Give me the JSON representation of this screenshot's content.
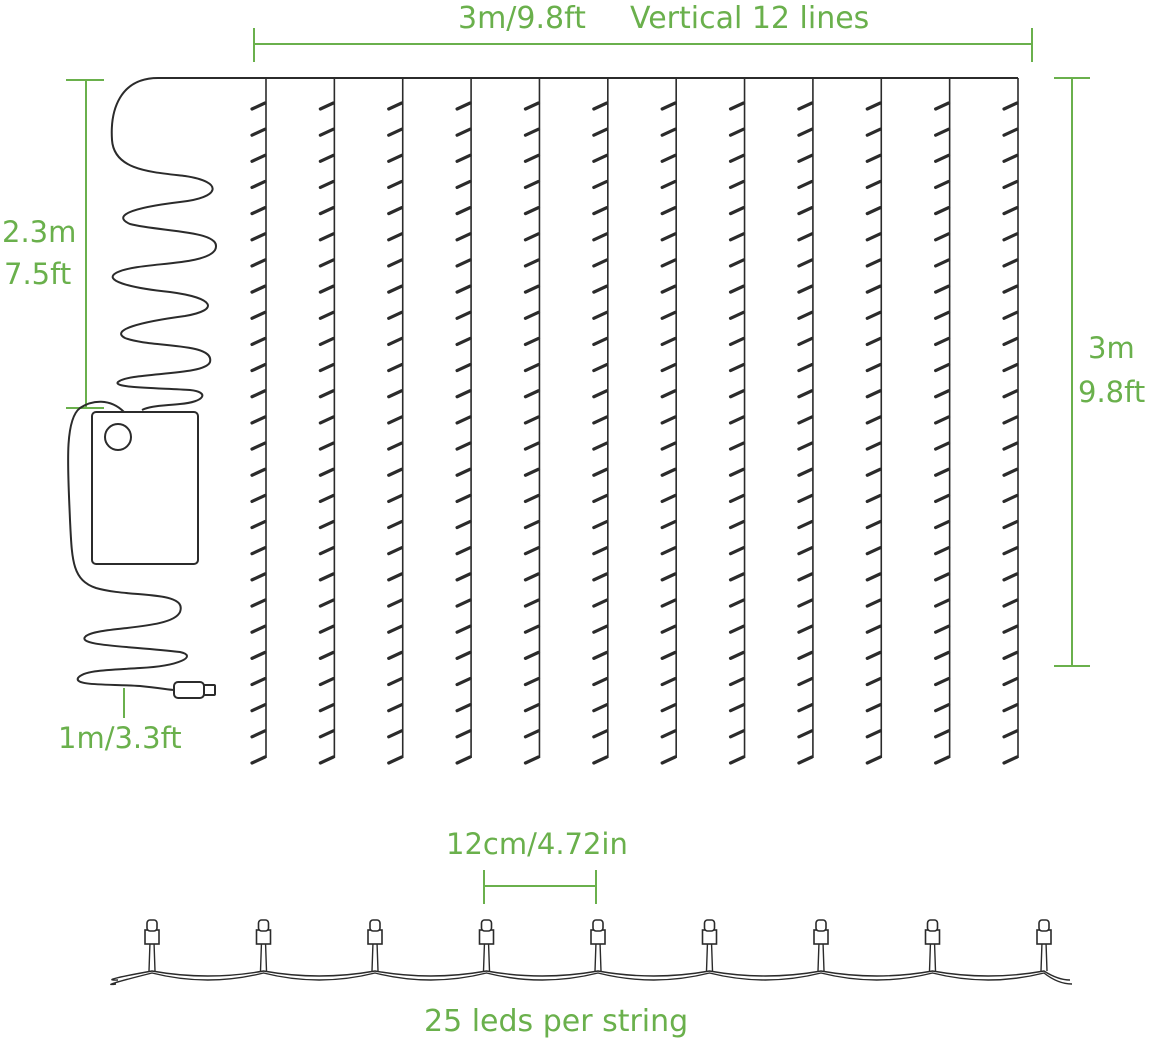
{
  "labels": {
    "width_dim": "3m/9.8ft",
    "vertical_lines": "Vertical 12 lines",
    "lead_m": "2.3m",
    "lead_ft": "7.5ft",
    "height_m": "3m",
    "height_ft": "9.8ft",
    "usb_cable": "1m/3.3ft",
    "led_spacing": "12cm/4.72in",
    "leds_per_string": "25 leds per string"
  },
  "curtain": {
    "strands": 12,
    "bulbs_per_strand": 25
  },
  "string_detail": {
    "bulbs_shown": 9
  },
  "colors": {
    "accent": "#6ab04c",
    "wire": "#2b2b2b"
  }
}
